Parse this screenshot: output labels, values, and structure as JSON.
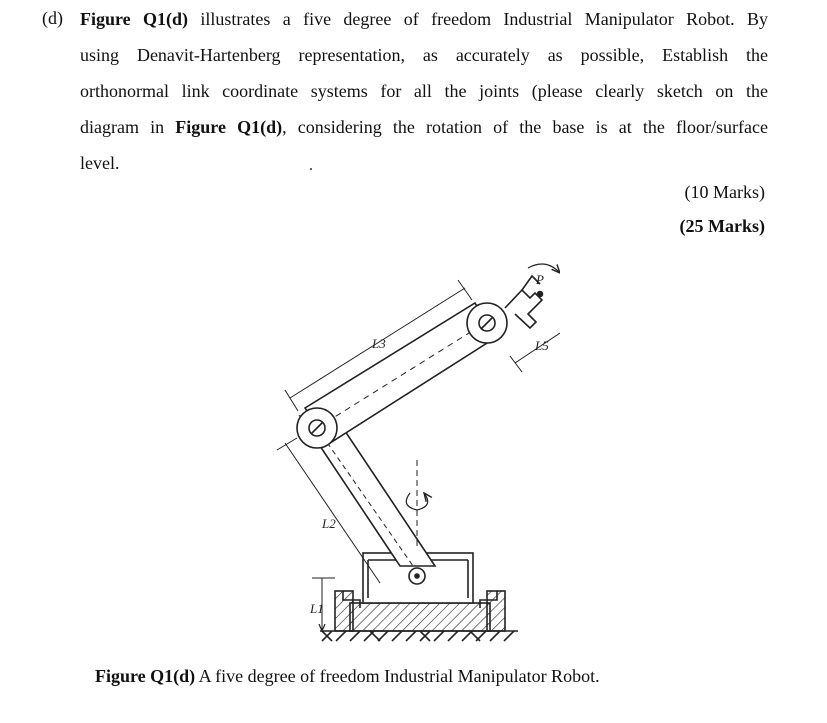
{
  "question": {
    "label": "(d)",
    "lines": [
      {
        "bold": "Figure Q1(d)",
        "rest": " illustrates a five degree of freedom Industrial Manipulator Robot. By"
      },
      {
        "text": "using Denavit-Hartenberg representation, as accurately as possible, Establish the"
      },
      {
        "text": "orthonormal link coordinate systems for all the joints (please clearly sketch on the"
      },
      {
        "pre": "diagram in ",
        "bold": "Figure Q1(d)",
        "rest": ", considering the rotation of the base is at the floor/surface"
      },
      {
        "text": "level."
      }
    ]
  },
  "marks": {
    "part": "(10 Marks)",
    "total": "(25 Marks)"
  },
  "figure": {
    "labels": {
      "l1": "L1",
      "l2": "L2",
      "l3": "L3",
      "l5": "L5",
      "p": "P"
    },
    "caption_bold": "Figure Q1(d)",
    "caption_rest": " A five degree of freedom Industrial Manipulator Robot."
  }
}
